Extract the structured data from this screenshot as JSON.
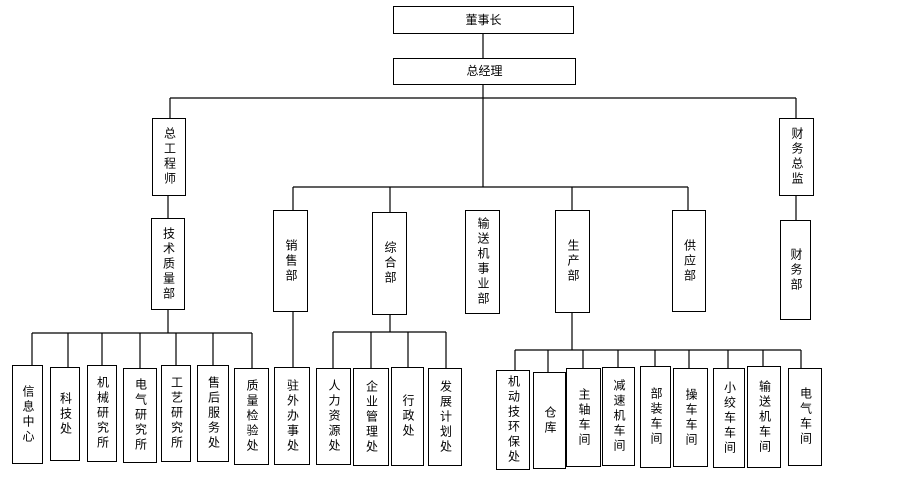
{
  "org_chart": {
    "chairman": "董事长",
    "general_manager": "总经理",
    "chief_engineer": "总工程师",
    "finance_director": "财务总监",
    "departments": {
      "tech_quality": "技术质量部",
      "sales": "销售部",
      "general_affairs": "综合部",
      "conveyor_business": "输送机事业部",
      "production": "生产部",
      "supply": "供应部",
      "finance": "财务部"
    },
    "tech_quality_units": [
      "信息中心",
      "科技处",
      "机械研究所",
      "电气研究所",
      "工艺研究所",
      "售后服务处",
      "质量检验处"
    ],
    "sales_units": [
      "驻外办事处"
    ],
    "general_affairs_units": [
      "人力资源处",
      "企业管理处",
      "行政处",
      "发展计划处"
    ],
    "production_units": [
      "机动技环保处",
      "仓库",
      "主轴车间",
      "减速机车间",
      "部装车间",
      "操车车间",
      "小绞车车间",
      "输送机车间",
      "电气车间"
    ]
  }
}
